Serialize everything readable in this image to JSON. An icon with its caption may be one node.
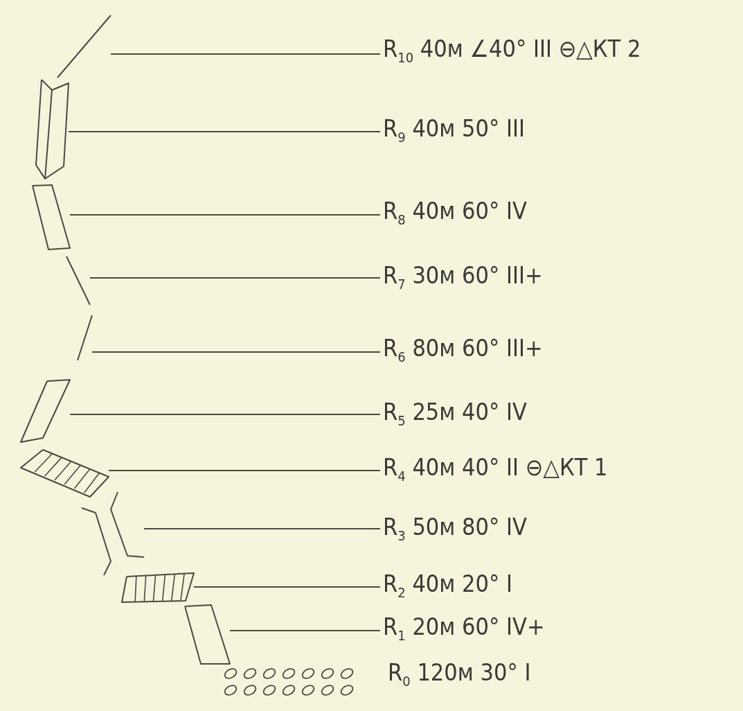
{
  "diagram": {
    "nodes": [
      {
        "text": [],
        "shape": "line"
      },
      {
        "text": [
          "R$_{10}$ 40м ∠40° III ⊖△КТ 2"
        ]
      },
      {
        "text": [],
        "shape": "prism"
      },
      {
        "text": [
          "R$_{9}$ 40м 50° III"
        ]
      },
      {
        "text": [],
        "shape": "parallelogram"
      },
      {
        "text": [
          "R$_{8}$ 40м 60° IV"
        ]
      },
      {
        "text": [],
        "shape": "line"
      },
      {
        "text": [
          "R$_{7}$ 30м 60° III+"
        ]
      },
      {
        "text": [],
        "shape": "line"
      },
      {
        "text": [
          "R$_{6}$ 80м 60° III+"
        ]
      },
      {
        "text": [],
        "shape": "parallelogram"
      },
      {
        "text": [
          "R$_{5}$ 25м 40° IV"
        ]
      },
      {
        "text": [],
        "shape": "hatching"
      },
      {
        "text": [
          "R$_{4}$ 40м 40° II ⊖△КТ 1"
        ]
      },
      {
        "text": [],
        "shape": "chimney"
      },
      {
        "text": [
          "R$_{3}$ 50м 80° IV"
        ]
      },
      {
        "text": [],
        "shape": "hatching"
      },
      {
        "text": [
          "R$_{2}$ 40м 20° I"
        ]
      },
      {
        "text": [],
        "shape": "parallelogram"
      },
      {
        "text": [
          "R$_{1}$ 20м 60° IV+"
        ]
      }
    ],
    "edges": [
      {
        "from": 1,
        "to": 0,
        "arrow": "none"
      },
      {
        "from": 3,
        "to": 2,
        "arrow": "none"
      },
      {
        "from": 5,
        "to": 4,
        "arrow": "none"
      },
      {
        "from": 7,
        "to": 6,
        "arrow": "none"
      },
      {
        "from": 9,
        "to": 8,
        "arrow": "none"
      },
      {
        "from": 11,
        "to": 10,
        "arrow": "none"
      },
      {
        "from": 13,
        "to": 12,
        "arrow": "none"
      },
      {
        "from": 15,
        "to": 14,
        "arrow": "none"
      },
      {
        "from": 17,
        "to": 16,
        "arrow": "none"
      },
      {
        "from": 19,
        "to": 18,
        "arrow": "none"
      }
    ],
    "labels": [
      "R$_{0}$ 120м 30° I"
    ]
  }
}
